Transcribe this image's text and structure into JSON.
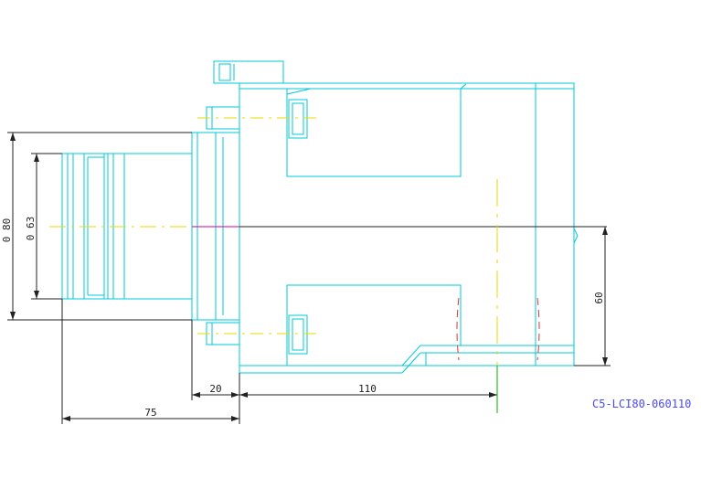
{
  "drawing": {
    "part_code": "C5-LCI80-060110",
    "dimensions": {
      "outer_diameter": "0 80",
      "inner_diameter": "0 63",
      "height": "60",
      "flange": "20",
      "body_length": "110",
      "total_length": "75"
    },
    "colors": {
      "outline": "#00c8d8",
      "centerline": "#e8d800",
      "dimension": "#222222",
      "hidden": "#e03030",
      "axis_magenta": "#d000a0",
      "text_blue": "#4a4af0",
      "green": "#00b000"
    }
  }
}
